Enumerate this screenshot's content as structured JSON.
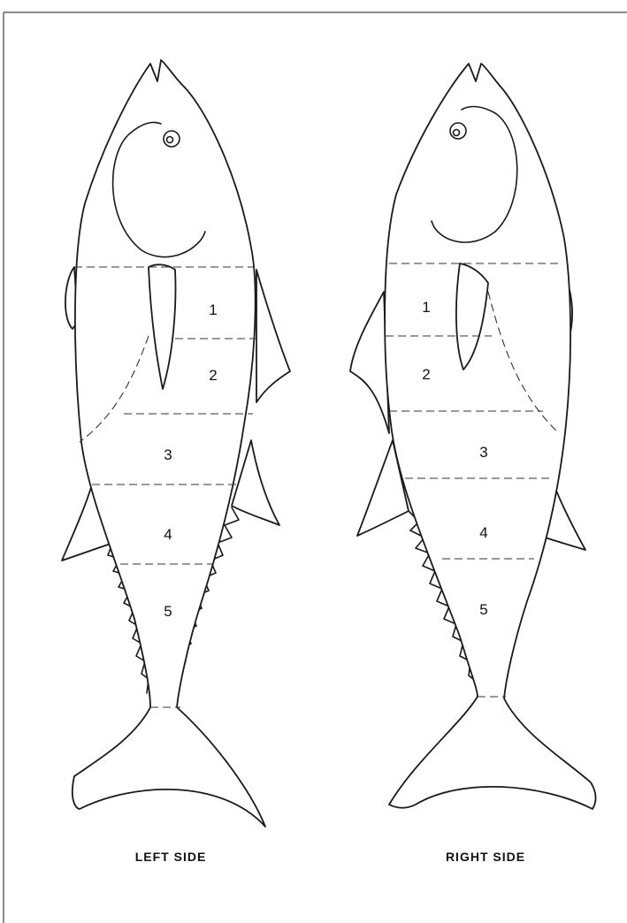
{
  "colors": {
    "stroke": "#1a1a1a",
    "background": "#ffffff"
  },
  "figure": {
    "left_fish": {
      "caption": "LEFT SIDE",
      "segments": [
        "1",
        "2",
        "3",
        "4",
        "5"
      ]
    },
    "right_fish": {
      "caption": "RIGHT SIDE",
      "segments": [
        "1",
        "2",
        "3",
        "4",
        "5"
      ]
    }
  }
}
